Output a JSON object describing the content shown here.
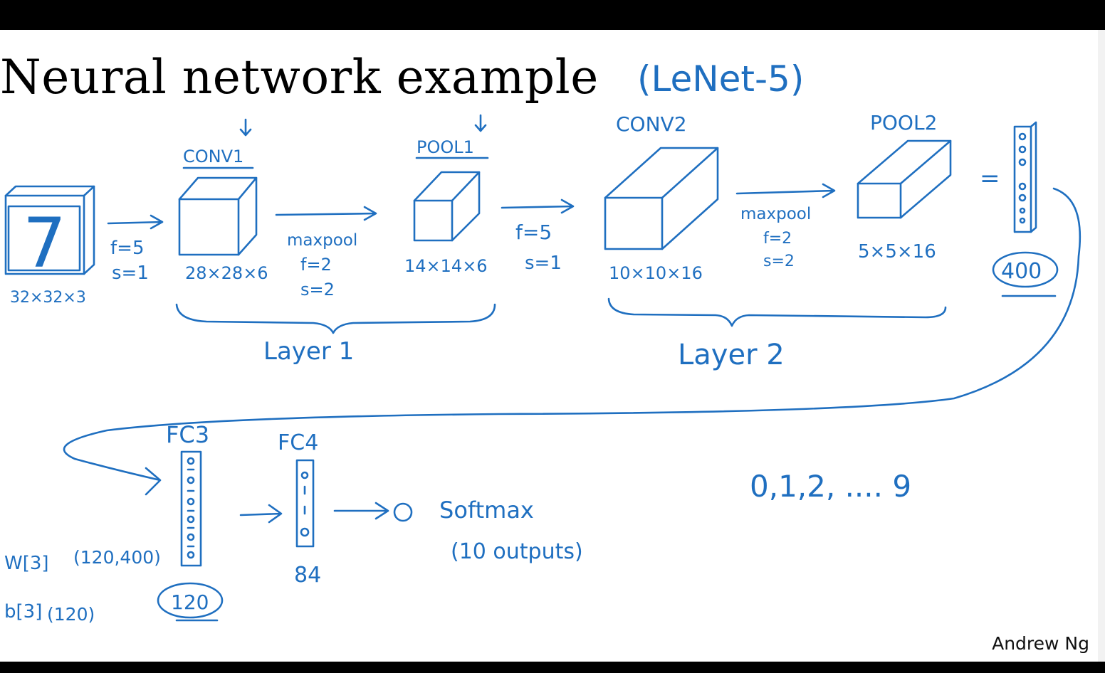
{
  "title": "Neural network example",
  "credit": "Andrew Ng",
  "labels": {
    "lenet": "(LeNet-5)",
    "input_digit": "7",
    "input_dims": "32×32×3",
    "conv1": "CONV1",
    "conv1_params_f": "f=5",
    "conv1_params_s": "s=1",
    "conv1_dims": "28×28×6",
    "pool1": "POOL1",
    "pool1_op": "maxpool",
    "pool1_f": "f=2",
    "pool1_s": "s=2",
    "pool1_dims": "14×14×6",
    "conv2_f": "f=5",
    "conv2_s": "s=1",
    "conv2": "CONV2",
    "conv2_dims": "10×10×16",
    "pool2_op": "maxpool",
    "pool2_f": "f=2",
    "pool2_s": "s=2",
    "pool2": "POOL2",
    "pool2_dims": "5×5×16",
    "equals": "=",
    "flat_count": "400",
    "layer1": "Layer 1",
    "layer2": "Layer 2",
    "fc3": "FC3",
    "fc4": "FC4",
    "fc3_count": "120",
    "fc4_count": "84",
    "w3": "W[3]",
    "w3_shape": "(120,400)",
    "b3": "b[3]",
    "b3_shape": "(120)",
    "softmax": "Softmax",
    "outputs": "(10 outputs)",
    "digits": "0,1,2, .... 9"
  }
}
